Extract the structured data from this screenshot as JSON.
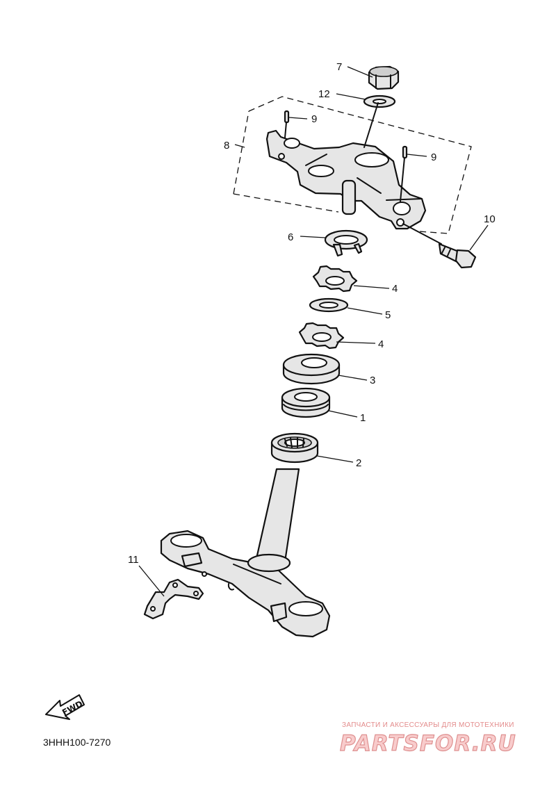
{
  "callouts": {
    "c1": "1",
    "c2": "2",
    "c3": "3",
    "c4a": "4",
    "c4b": "4",
    "c5": "5",
    "c6": "6",
    "c7": "7",
    "c8": "8",
    "c9a": "9",
    "c9b": "9",
    "c10": "10",
    "c11": "11",
    "c12": "12"
  },
  "direction_label": "FWD",
  "diagram_code": "3HHH100-7270",
  "watermark": {
    "tagline": "ЗАПЧАСТИ И АКСЕССУАРЫ ДЛЯ МОТОТЕХНИКИ",
    "brand": "PARTSFOR.RU",
    "colors": {
      "fill": "#f8cccc",
      "stroke": "#de8f8f"
    }
  }
}
